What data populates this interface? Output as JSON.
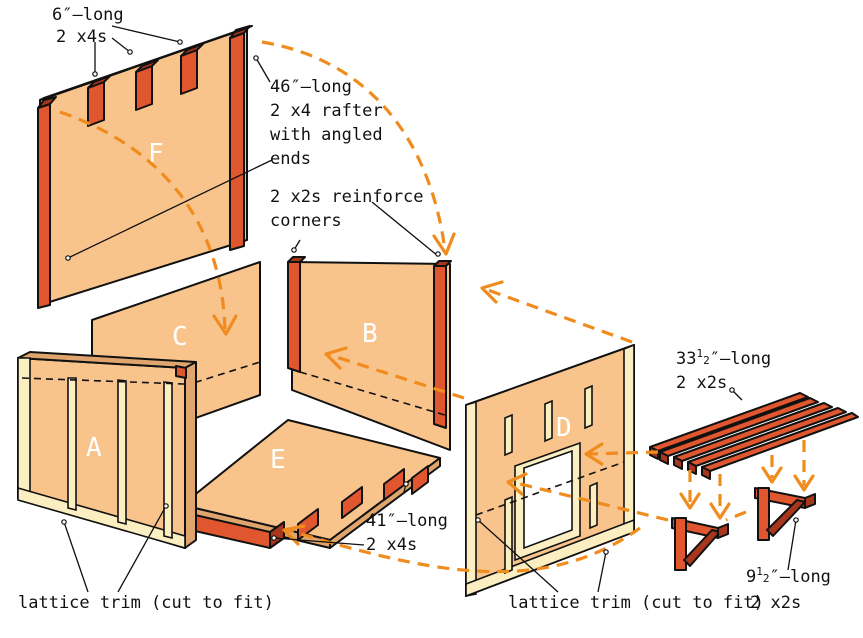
{
  "panels": {
    "a": "A",
    "b": "B",
    "c": "C",
    "d": "D",
    "e": "E",
    "f": "F"
  },
  "labels": {
    "six_long_line1": "6″–long",
    "six_long_line2": "2 x4s",
    "rafter_line1": "46″–long",
    "rafter_line2": "2 x4 rafter",
    "rafter_line3": "with angled",
    "rafter_line4": "ends",
    "reinforce_line1": "2 x2s reinforce",
    "reinforce_line2": "corners",
    "thirtythree_whole": "33",
    "thirtythree_frac_num": "1",
    "thirtythree_frac_den": "2",
    "thirtythree_rest": "″–long",
    "thirtythree_line2": "2 x2s",
    "fortyone_line1": "41″–long",
    "fortyone_line2": "2 x4s",
    "nine_whole": "9",
    "nine_frac_num": "1",
    "nine_frac_den": "2",
    "nine_rest": "″–long",
    "nine_line2": "2 x2s",
    "lattice_left": "lattice trim (cut to fit)",
    "lattice_right": "lattice trim (cut to fit)"
  },
  "colors": {
    "plywood": "#F8C48C",
    "framing": "#E0562E",
    "lattice": "#FBEFC2",
    "arrow": "#F08C1E"
  }
}
